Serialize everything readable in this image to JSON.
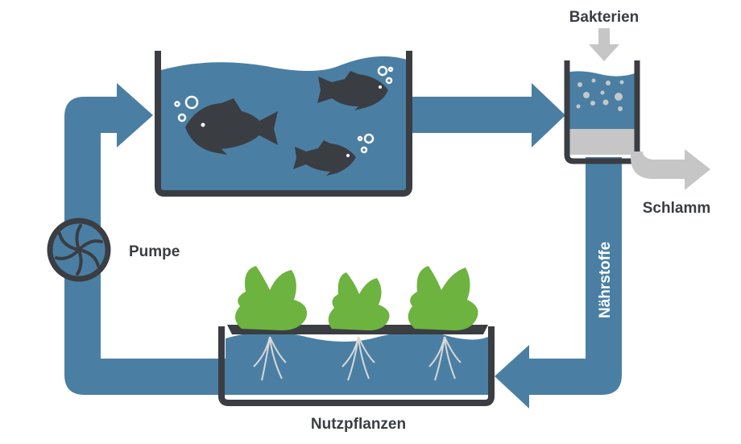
{
  "labels": {
    "bacteria": "Bakterien",
    "sludge": "Schlamm",
    "pump": "Pumpe",
    "nutrients": "Nährstoffe",
    "crops": "Nutzpflanzen"
  },
  "colors": {
    "water": "#4a7fa3",
    "dark": "#3a3d42",
    "plant": "#6db33f",
    "grey": "#c6c6c6"
  }
}
